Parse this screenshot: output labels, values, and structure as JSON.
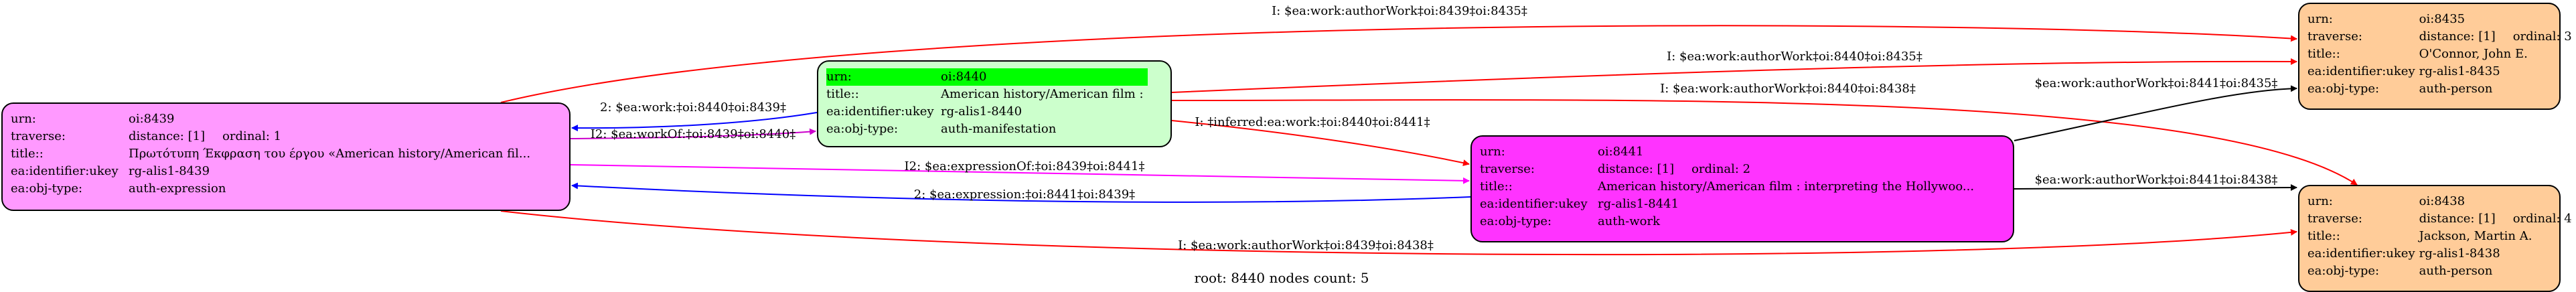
{
  "nodes": {
    "n8439": {
      "urn_key": "urn:",
      "urn": "oi:8439",
      "traverse_key": "traverse:",
      "distance": "distance: [1]",
      "ordinal": "ordinal: 1",
      "title_key": "title::",
      "title": "Πρωτότυπη Έκφραση του έργου «American history/American fil...",
      "ukey_key": "ea:identifier:ukey",
      "ukey": "rg-alis1-8439",
      "type_key": "ea:obj-type:",
      "type": "auth-expression",
      "fill": "#ff99ff"
    },
    "n8440": {
      "urn_key": "urn:",
      "urn": "oi:8440",
      "title_key": "title::",
      "title": "American history/American film :",
      "ukey_key": "ea:identifier:ukey",
      "ukey": "rg-alis1-8440",
      "type_key": "ea:obj-type:",
      "type": "auth-manifestation",
      "fill": "#ccffcc",
      "highlight": "#00ff00"
    },
    "n8441": {
      "urn_key": "urn:",
      "urn": "oi:8441",
      "traverse_key": "traverse:",
      "distance": "distance: [1]",
      "ordinal": "ordinal: 2",
      "title_key": "title::",
      "title": "American history/American film : interpreting the Hollywoo...",
      "ukey_key": "ea:identifier:ukey",
      "ukey": "rg-alis1-8441",
      "type_key": "ea:obj-type:",
      "type": "auth-work",
      "fill": "#ff33ff"
    },
    "n8435": {
      "urn_key": "urn:",
      "urn": "oi:8435",
      "traverse_key": "traverse:",
      "distance": "distance: [1]",
      "ordinal": "ordinal: 3",
      "title_key": "title::",
      "title": "O'Connor, John E.",
      "ukey_key": "ea:identifier:ukey",
      "ukey": "rg-alis1-8435",
      "type_key": "ea:obj-type:",
      "type": "auth-person",
      "fill": "#ffcc99"
    },
    "n8438": {
      "urn_key": "urn:",
      "urn": "oi:8438",
      "traverse_key": "traverse:",
      "distance": "distance: [1]",
      "ordinal": "ordinal: 4",
      "title_key": "title::",
      "title": "Jackson, Martin A.",
      "ukey_key": "ea:identifier:ukey",
      "ukey": "rg-alis1-8438",
      "type_key": "ea:obj-type:",
      "type": "auth-person",
      "fill": "#ffcc99"
    }
  },
  "edges": {
    "e1": {
      "label": "I: $ea:work:authorWork‡oi:8439‡oi:8435‡",
      "color": "#ff0000"
    },
    "e2": {
      "label": "I: $ea:work:authorWork‡oi:8440‡oi:8435‡",
      "color": "#ff0000"
    },
    "e3": {
      "label": "I: $ea:work:authorWork‡oi:8440‡oi:8438‡",
      "color": "#ff0000"
    },
    "e4": {
      "label": "2: $ea:work:‡oi:8440‡oi:8439‡",
      "color": "#0000ff"
    },
    "e5": {
      "label": "I2: $ea:workOf:‡oi:8439‡oi:8440‡",
      "color": "#cc00cc"
    },
    "e6": {
      "label": "I: ‡inferred:ea:work:‡oi:8440‡oi:8441‡",
      "color": "#ff0000"
    },
    "e7": {
      "label": "$ea:work:authorWork‡oi:8441‡oi:8435‡",
      "color": "#000000"
    },
    "e8": {
      "label": "I2: $ea:expressionOf:‡oi:8439‡oi:8441‡",
      "color": "#ff00ff"
    },
    "e9": {
      "label": "2: $ea:expression:‡oi:8441‡oi:8439‡",
      "color": "#0000ff"
    },
    "e10": {
      "label": "$ea:work:authorWork‡oi:8441‡oi:8438‡",
      "color": "#000000"
    },
    "e11": {
      "label": "I: $ea:work:authorWork‡oi:8439‡oi:8438‡",
      "color": "#ff0000"
    }
  },
  "footer": "root: 8440 nodes count: 5"
}
